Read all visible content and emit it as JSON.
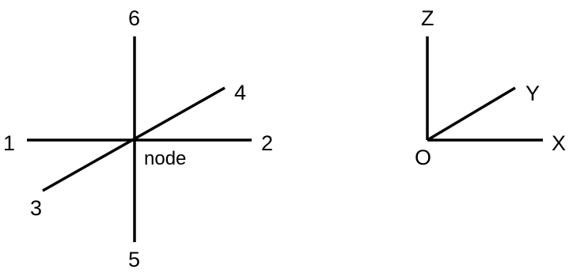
{
  "node_diagram": {
    "directions": {
      "d1": "1",
      "d2": "2",
      "d3": "3",
      "d4": "4",
      "d5": "5",
      "d6": "6"
    },
    "center_label": "node"
  },
  "axes_diagram": {
    "origin": "O",
    "x": "X",
    "y": "Y",
    "z": "Z"
  },
  "colors": {
    "ink": "#000000",
    "background": "#ffffff"
  }
}
